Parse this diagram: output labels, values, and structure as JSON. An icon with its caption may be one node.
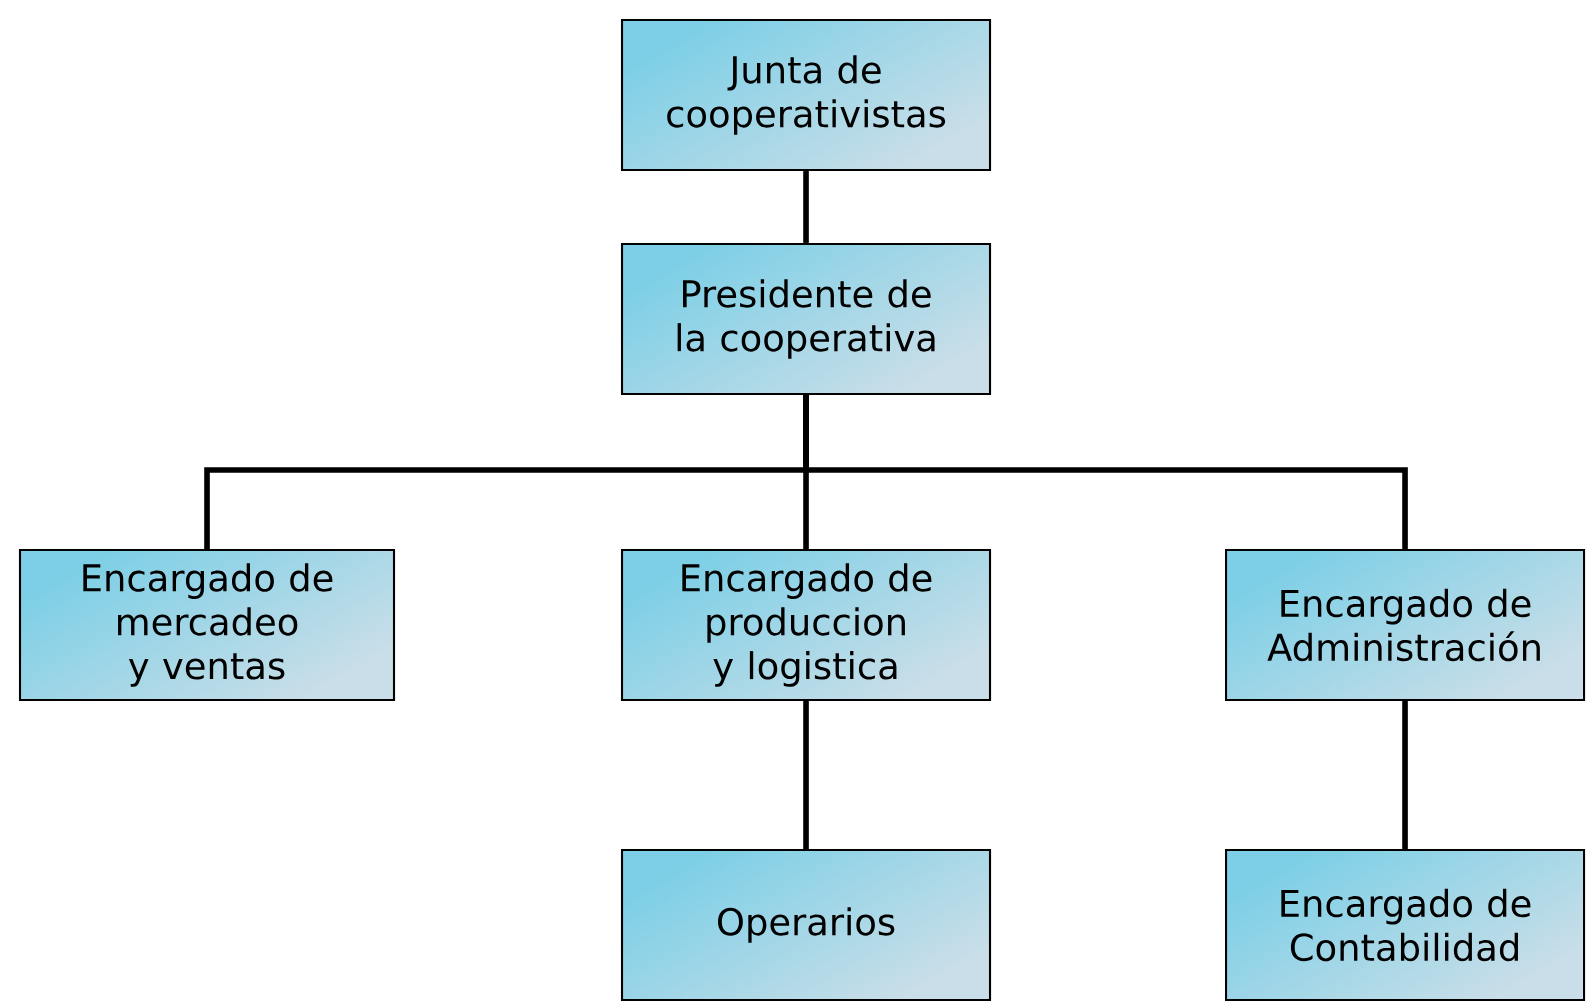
{
  "diagram": {
    "nodes": [
      {
        "text": [
          "Junta de cooperativistas"
        ]
      },
      {
        "text": [
          "Presidente de la cooperativa"
        ]
      },
      {
        "text": [
          "Encargado de mercadeo y ventas"
        ]
      },
      {
        "text": [
          "Encargado de produccion y logistica"
        ]
      },
      {
        "text": [
          "Encargado de Administración"
        ]
      },
      {
        "text": [
          "Operarios"
        ]
      },
      {
        "text": [
          "Encargado de Contabilidad"
        ]
      }
    ],
    "edges": [
      {
        "from": 0,
        "to": 1,
        "arrow": "none"
      },
      {
        "from": 1,
        "to": 2,
        "arrow": "none"
      },
      {
        "from": 1,
        "to": 3,
        "arrow": "none"
      },
      {
        "from": 1,
        "to": 4,
        "arrow": "none"
      },
      {
        "from": 3,
        "to": 5,
        "arrow": "none"
      },
      {
        "from": 4,
        "to": 6,
        "arrow": "none"
      }
    ]
  }
}
